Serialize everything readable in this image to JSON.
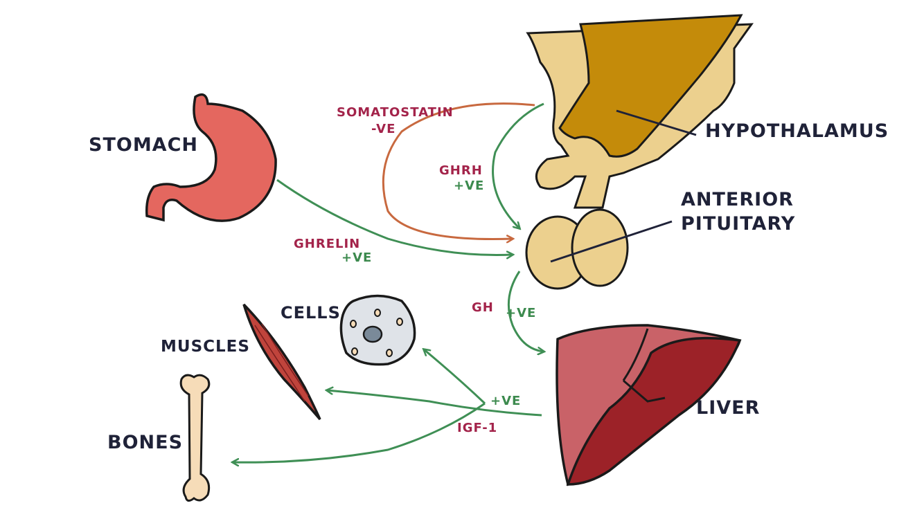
{
  "labels": {
    "stomach": "STOMACH",
    "hypothalamus": "HYPOTHALAMUS",
    "anterior_pituitary_line1": "ANTERIOR",
    "anterior_pituitary_line2": "PITUITARY",
    "liver": "LIVER",
    "cells": "CELLS",
    "muscles": "MUSCLES",
    "bones": "BONES"
  },
  "hormones": {
    "somatostatin": "SOMATOSTATIN",
    "somatostatin_effect": "-VE",
    "ghrh": "GHRH",
    "ghrh_effect": "+VE",
    "ghrelin": "GHRELIN",
    "ghrelin_effect": "+VE",
    "gh": "GH",
    "gh_effect": "+VE",
    "igf1_effect": "+VE",
    "igf1": "IGF-1"
  },
  "colors": {
    "outline": "#1a1a1a",
    "stomach": "#e4675f",
    "hypothalamus": "#c48b0a",
    "pituitary": "#ecd08e",
    "liver_light": "#c96268",
    "liver_dark": "#9c2228",
    "muscle": "#c0443c",
    "bone": "#f6dcb8",
    "cell": "#dfe3e8",
    "nucleus": "#7a8a99",
    "arrow_green": "#3f8f55",
    "arrow_orange": "#c8693f",
    "label_dark": "#1f2238",
    "label_hormone": "#a3234a"
  }
}
